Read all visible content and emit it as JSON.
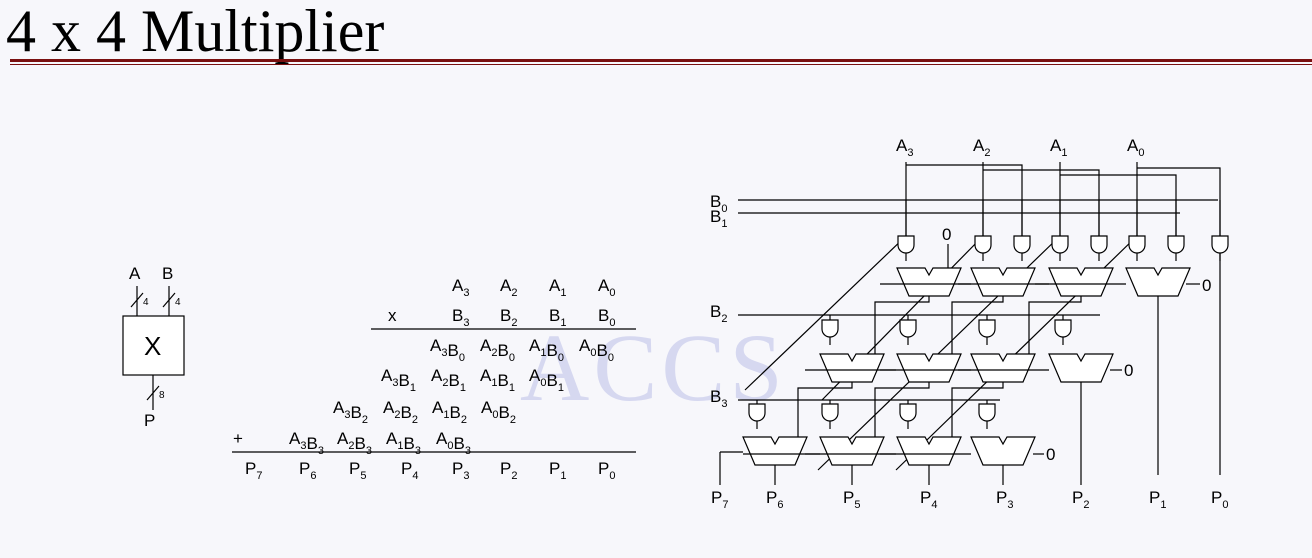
{
  "title": "4 x 4 Multiplier",
  "watermark": "ACCS",
  "block": {
    "symbol": "X",
    "input_a": "A",
    "input_b": "B",
    "width_a": "4",
    "width_b": "4",
    "output": "P",
    "width_p": "8"
  },
  "equation": {
    "operand_a": [
      [
        "A",
        "3"
      ],
      [
        "A",
        "2"
      ],
      [
        "A",
        "1"
      ],
      [
        "A",
        "0"
      ]
    ],
    "times_sign": "x",
    "operand_b": [
      [
        "B",
        "3"
      ],
      [
        "B",
        "2"
      ],
      [
        "B",
        "1"
      ],
      [
        "B",
        "0"
      ]
    ],
    "partial_products": [
      [
        [
          [
            "A",
            "3"
          ],
          [
            "B",
            "0"
          ]
        ],
        [
          [
            "A",
            "2"
          ],
          [
            "B",
            "0"
          ]
        ],
        [
          [
            "A",
            "1"
          ],
          [
            "B",
            "0"
          ]
        ],
        [
          [
            "A",
            "0"
          ],
          [
            "B",
            "0"
          ]
        ]
      ],
      [
        [
          [
            "A",
            "3"
          ],
          [
            "B",
            "1"
          ]
        ],
        [
          [
            "A",
            "2"
          ],
          [
            "B",
            "1"
          ]
        ],
        [
          [
            "A",
            "1"
          ],
          [
            "B",
            "1"
          ]
        ],
        [
          [
            "A",
            "0"
          ],
          [
            "B",
            "1"
          ]
        ]
      ],
      [
        [
          [
            "A",
            "3"
          ],
          [
            "B",
            "2"
          ]
        ],
        [
          [
            "A",
            "2"
          ],
          [
            "B",
            "2"
          ]
        ],
        [
          [
            "A",
            "1"
          ],
          [
            "B",
            "2"
          ]
        ],
        [
          [
            "A",
            "0"
          ],
          [
            "B",
            "2"
          ]
        ]
      ],
      [
        [
          [
            "A",
            "3"
          ],
          [
            "B",
            "3"
          ]
        ],
        [
          [
            "A",
            "2"
          ],
          [
            "B",
            "3"
          ]
        ],
        [
          [
            "A",
            "1"
          ],
          [
            "B",
            "3"
          ]
        ],
        [
          [
            "A",
            "0"
          ],
          [
            "B",
            "3"
          ]
        ]
      ]
    ],
    "plus_sign": "+",
    "products": [
      [
        "P",
        "7"
      ],
      [
        "P",
        "6"
      ],
      [
        "P",
        "5"
      ],
      [
        "P",
        "4"
      ],
      [
        "P",
        "3"
      ],
      [
        "P",
        "2"
      ],
      [
        "P",
        "1"
      ],
      [
        "P",
        "0"
      ]
    ]
  },
  "circuit": {
    "a_inputs": [
      [
        "A",
        "3"
      ],
      [
        "A",
        "2"
      ],
      [
        "A",
        "1"
      ],
      [
        "A",
        "0"
      ]
    ],
    "b_inputs": [
      [
        "B",
        "0"
      ],
      [
        "B",
        "1"
      ],
      [
        "B",
        "2"
      ],
      [
        "B",
        "3"
      ]
    ],
    "zero": "0",
    "outputs": [
      [
        "P",
        "7"
      ],
      [
        "P",
        "6"
      ],
      [
        "P",
        "5"
      ],
      [
        "P",
        "4"
      ],
      [
        "P",
        "3"
      ],
      [
        "P",
        "2"
      ],
      [
        "P",
        "1"
      ],
      [
        "P",
        "0"
      ]
    ]
  }
}
